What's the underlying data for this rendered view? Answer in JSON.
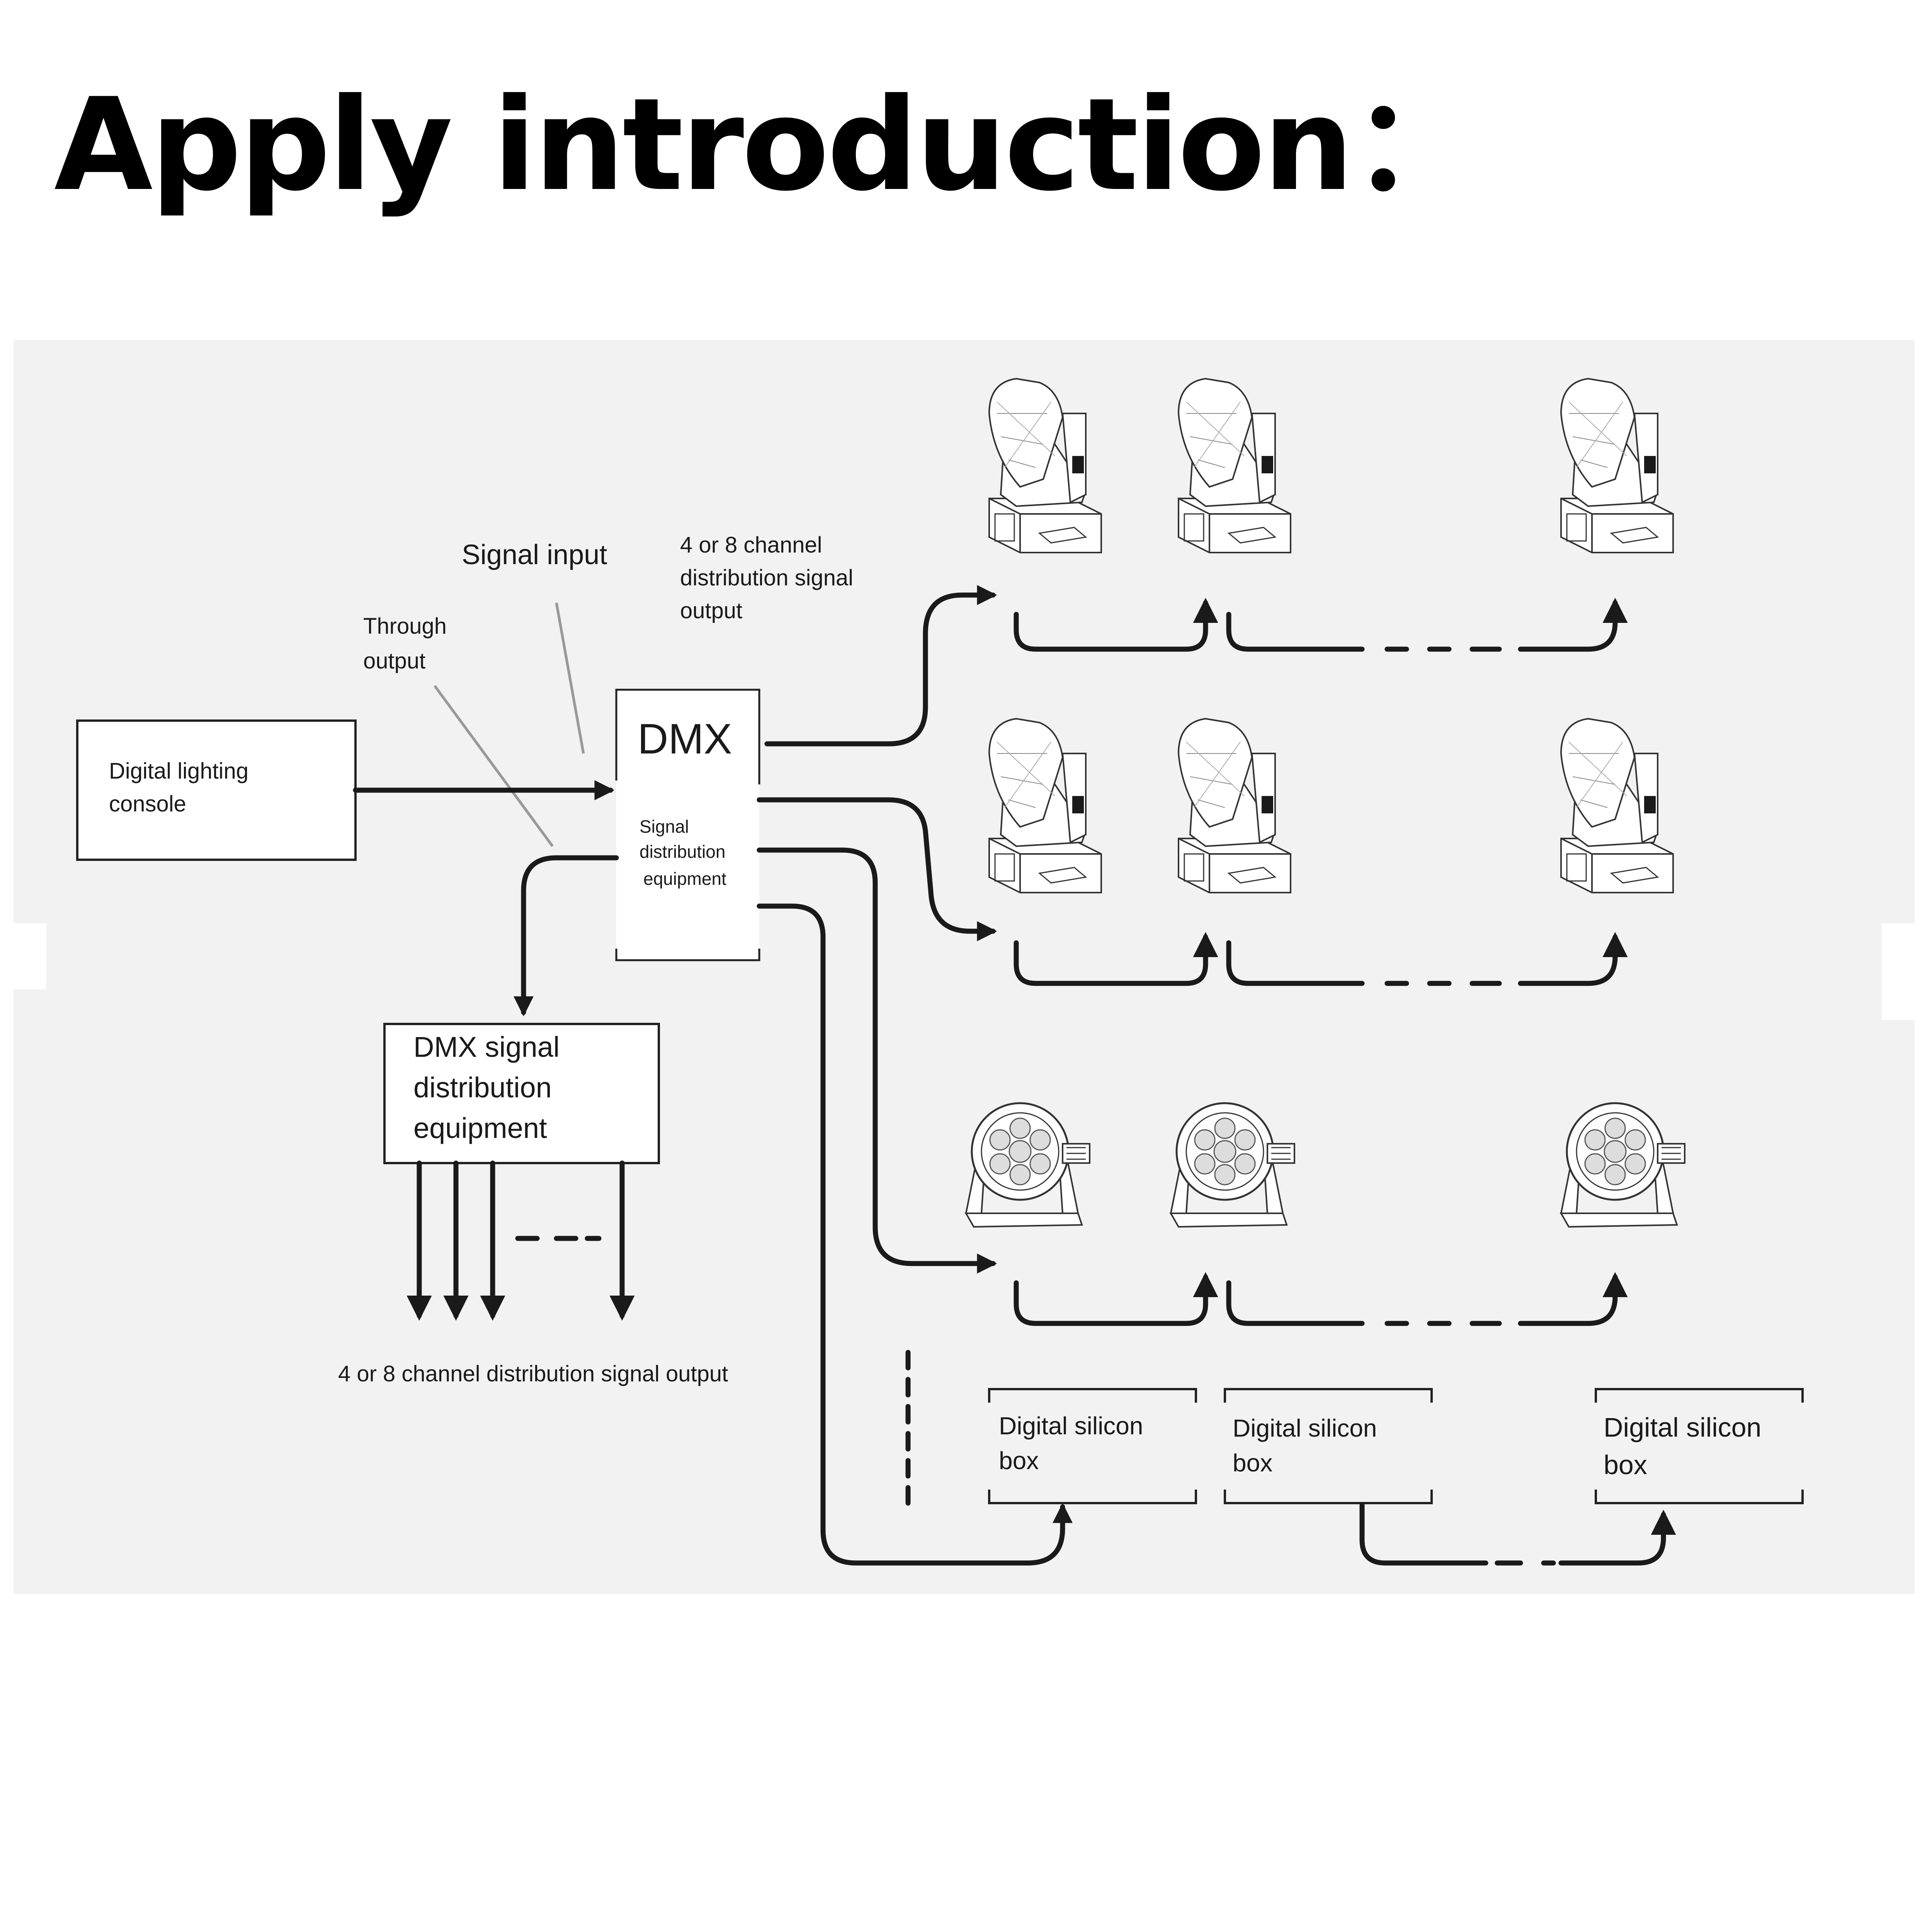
{
  "title": "Apply introduction：",
  "labels": {
    "signal_input": "Signal input",
    "through_output": [
      "Through",
      "output"
    ],
    "channel_output_top": [
      "4 or 8 channel",
      "distribution signal",
      "output"
    ],
    "channel_output_bottom": "4 or 8 channel distribution signal output"
  },
  "console": {
    "lines": [
      "Digital lighting",
      "console"
    ]
  },
  "dmx_unit": {
    "name": "DMX",
    "sub_lines": [
      "Signal",
      "distribution",
      "equipment"
    ]
  },
  "sub_distributor": {
    "lines": [
      "DMX signal",
      "distribution",
      "equipment"
    ]
  },
  "silicon_box": {
    "lines": [
      "Digital silicon",
      "box"
    ]
  },
  "fixtures": {
    "moving_head_icon": "moving-head-light-icon",
    "wash_icon": "led-wash-light-icon"
  },
  "colors": {
    "line": "#1a1a1a",
    "panel": "#f2f2f2",
    "pointer": "#999999"
  }
}
